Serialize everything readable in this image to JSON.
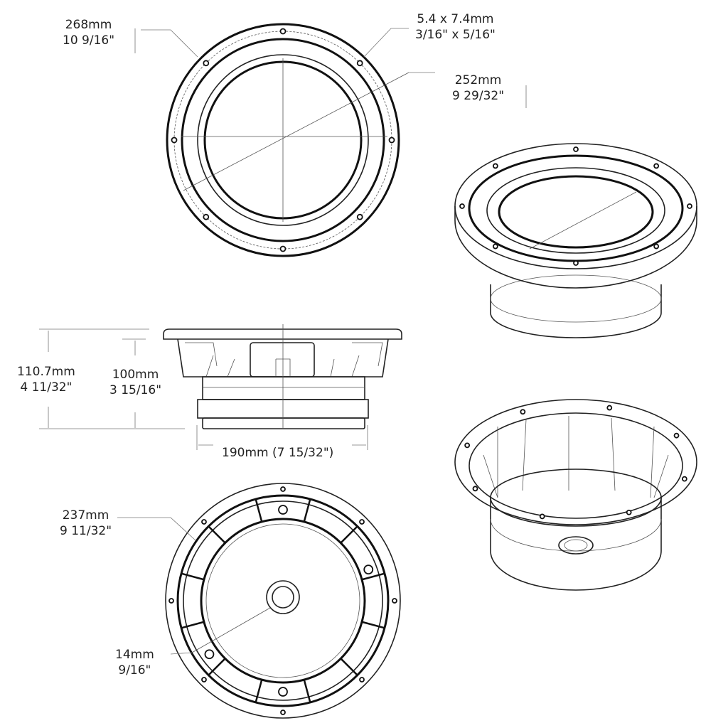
{
  "title": "Speaker dimension drawing",
  "dimensions": {
    "outer_diameter": {
      "metric": "268mm",
      "imperial": "10 9/16\""
    },
    "mount_hole": {
      "metric": "5.4 x 7.4mm",
      "imperial": "3/16\" x 5/16\""
    },
    "cone_diameter": {
      "metric": "252mm",
      "imperial": "9 29/32\""
    },
    "total_depth": {
      "metric": "110.7mm",
      "imperial": "4 11/32\""
    },
    "mount_depth": {
      "metric": "100mm",
      "imperial": "3 15/16\""
    },
    "magnet_width": {
      "label": "190mm  (7 15/32\")"
    },
    "cutout_diameter": {
      "metric": "237mm",
      "imperial": "9 11/32\""
    },
    "vent_diameter": {
      "metric": "14mm",
      "imperial": "9/16\""
    }
  },
  "line_color": "#111111"
}
